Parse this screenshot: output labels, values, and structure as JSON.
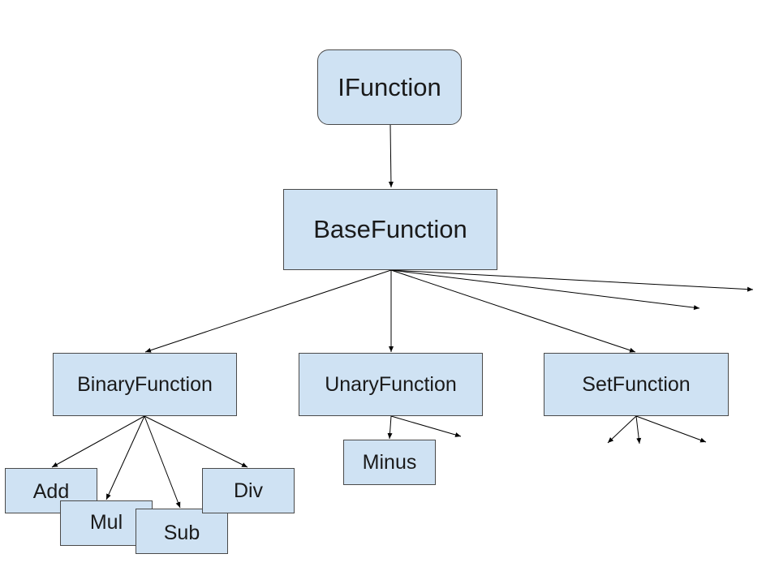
{
  "nodes": {
    "ifunction": "IFunction",
    "basefunction": "BaseFunction",
    "binary": "BinaryFunction",
    "unary": "UnaryFunction",
    "set": "SetFunction",
    "minus": "Minus",
    "add": "Add",
    "mul": "Mul",
    "sub": "Sub",
    "div": "Div"
  },
  "colors": {
    "node_fill": "#cfe2f3",
    "node_border": "#4a4a4a",
    "edge": "#000000",
    "text": "#1a1a1a"
  }
}
